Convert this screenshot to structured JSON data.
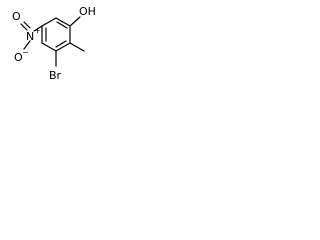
{
  "molecule": {
    "atoms": {
      "oh": "OH",
      "br": "Br",
      "n": "N",
      "n_charge": "+",
      "o_top": "O",
      "o_bottom": "O",
      "o_bottom_charge": "−"
    },
    "colors": {
      "ink": "#000000",
      "background": "#ffffff"
    }
  }
}
